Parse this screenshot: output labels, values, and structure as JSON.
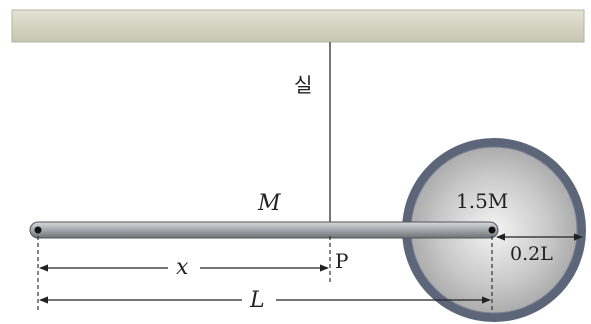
{
  "labels": {
    "string": "실",
    "rod_mass": "M",
    "disk_mass": "1.5M",
    "radius": "0.2L",
    "point": "P",
    "distance_x": "x",
    "length": "L"
  },
  "colors": {
    "ceiling": "#d9d7c6",
    "disk_rim": "#5d6679",
    "disk_face": "#c8c8c8",
    "rod": "#9ea1a6",
    "ink": "#222222"
  }
}
